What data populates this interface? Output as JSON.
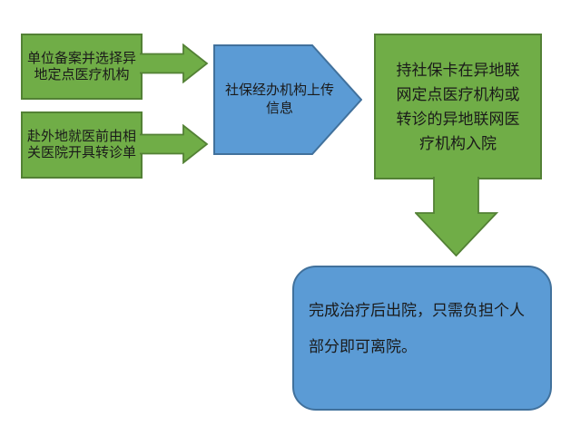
{
  "colors": {
    "green-fill": "#70ad47",
    "green-border": "#538135",
    "blue-fill": "#5b9bd5",
    "blue-border": "#41719c",
    "text": "#1a1a1a",
    "background": "#ffffff"
  },
  "flowchart": {
    "step_register": {
      "text": "单位备案并选择异\n地定点医疗机构"
    },
    "step_referral": {
      "text": "赴外地就医前由相\n关医院开具转诊单"
    },
    "step_upload": {
      "text": "社保经办机构上传\n信息"
    },
    "step_admission": {
      "text": "持社保卡在异地联\n网定点医疗机构或\n转诊的异地联网医\n疗机构入院"
    },
    "step_discharge": {
      "text": "完成治疗后出院，只需负担个人\n部分即可离院。"
    }
  }
}
